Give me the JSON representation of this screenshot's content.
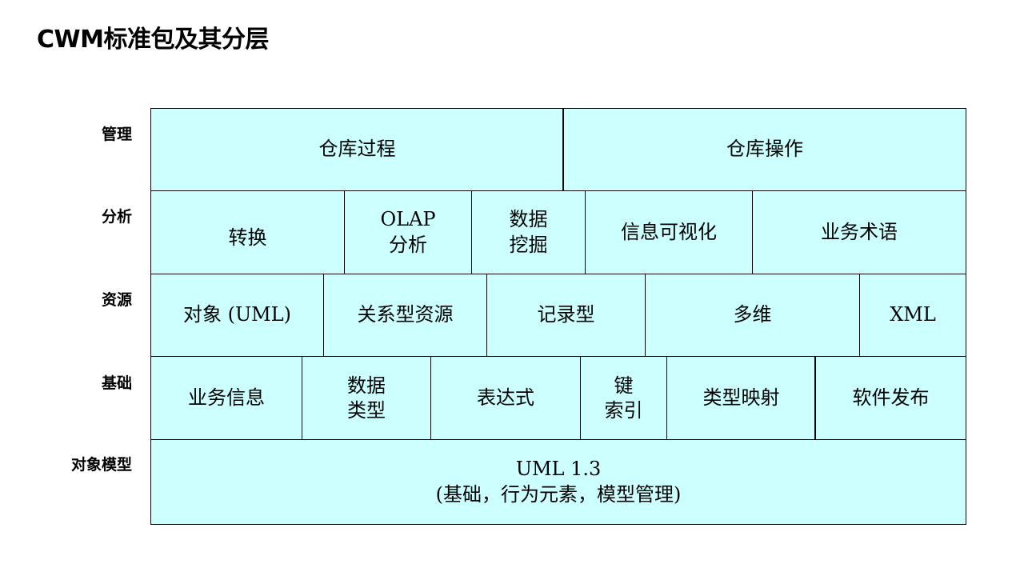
{
  "title": "CWM标准包及其分层",
  "layers": {
    "management": "管理",
    "analysis": "分析",
    "resources": "资源",
    "foundation": "基础",
    "object_model": "对象模型"
  },
  "packages": {
    "warehouse_process": "仓库过程",
    "warehouse_operation": "仓库操作",
    "transformation": "转换",
    "olap_1": "OLAP",
    "olap_2": "分析",
    "data_mining_1": "数据",
    "data_mining_2": "挖掘",
    "info_visualization": "信息可视化",
    "business_nomenclature": "业务术语",
    "object_uml": "对象 (UML)",
    "relational": "关系型资源",
    "record": "记录型",
    "multidimensional": "多维",
    "xml": "XML",
    "business_info": "业务信息",
    "data_types_1": "数据",
    "data_types_2": "类型",
    "expressions": "表达式",
    "keys_index_1": "键",
    "keys_index_2": "索引",
    "type_mapping": "类型映射",
    "software_deployment": "软件发布",
    "uml_1": "UML 1.3",
    "uml_2": "(基础，行为元素，模型管理)"
  },
  "colors": {
    "cell_fill": "#ccffff",
    "border": "#000000",
    "text": "#000000"
  }
}
